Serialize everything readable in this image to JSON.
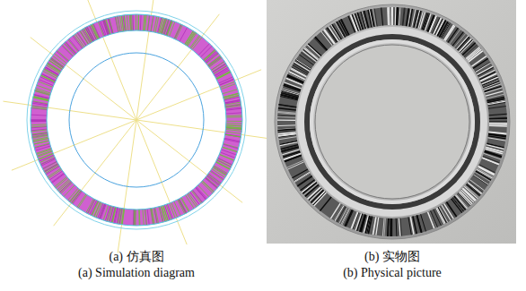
{
  "diagram": {
    "labels": [
      "(a) 仿真图",
      "(a) Simulation diagram",
      "(b) 实物图",
      "(b) Physical picture"
    ]
  }
}
